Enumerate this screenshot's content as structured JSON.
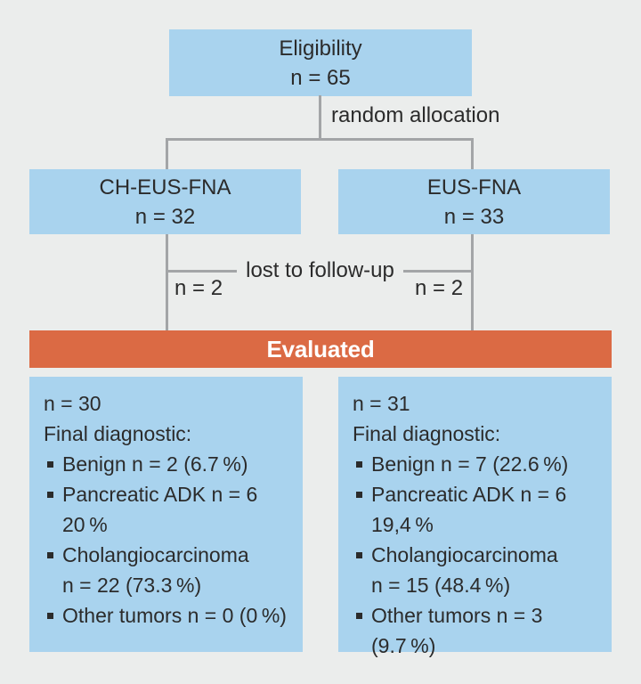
{
  "figure": {
    "eligibility_box": {
      "line1": "Eligibility",
      "line2": "n = 65"
    },
    "random_allocation_label": "random allocation",
    "ch_eus_fna_box": {
      "line1": "CH-EUS-FNA",
      "line2": "n = 32"
    },
    "eus_fna_box": {
      "line1": "EUS-FNA",
      "line2": "n = 33"
    },
    "lost_to_follow_up": {
      "label": "lost to follow-up",
      "left_n": "n = 2",
      "right_n": "n = 2"
    },
    "evaluated_bar": {
      "label": "Evaluated"
    },
    "ch_eus_fna_results": {
      "n_line": "n = 30",
      "heading": "Final diagnostic:",
      "items": [
        {
          "line1": "Benign n = 2 (6.7 %)"
        },
        {
          "line1": "Pancreatic ADK n = 6",
          "line2": "20 %"
        },
        {
          "line1": "Cholangiocarcinoma",
          "line2": "n = 22 (73.3 %)"
        },
        {
          "line1": "Other tumors n = 0 (0 %)"
        }
      ]
    },
    "eus_fna_results": {
      "n_line": "n = 31",
      "heading": "Final diagnostic:",
      "items": [
        {
          "line1": "Benign n = 7 (22.6 %)"
        },
        {
          "line1": "Pancreatic ADK n = 6",
          "line2": "19,4 %"
        },
        {
          "line1": "Cholangiocarcinoma",
          "line2": "n = 15 (48.4 %)"
        },
        {
          "line1": "Other tumors n = 3",
          "line2": "(9.7 %)"
        }
      ]
    }
  },
  "colors": {
    "background": "#ebedec",
    "box_blue": "#a9d3ee",
    "bar_orange": "#db6a44",
    "line_gray": "#a3a5a7",
    "text": "#2b2b2b",
    "evaluated_text": "#ffffff"
  }
}
